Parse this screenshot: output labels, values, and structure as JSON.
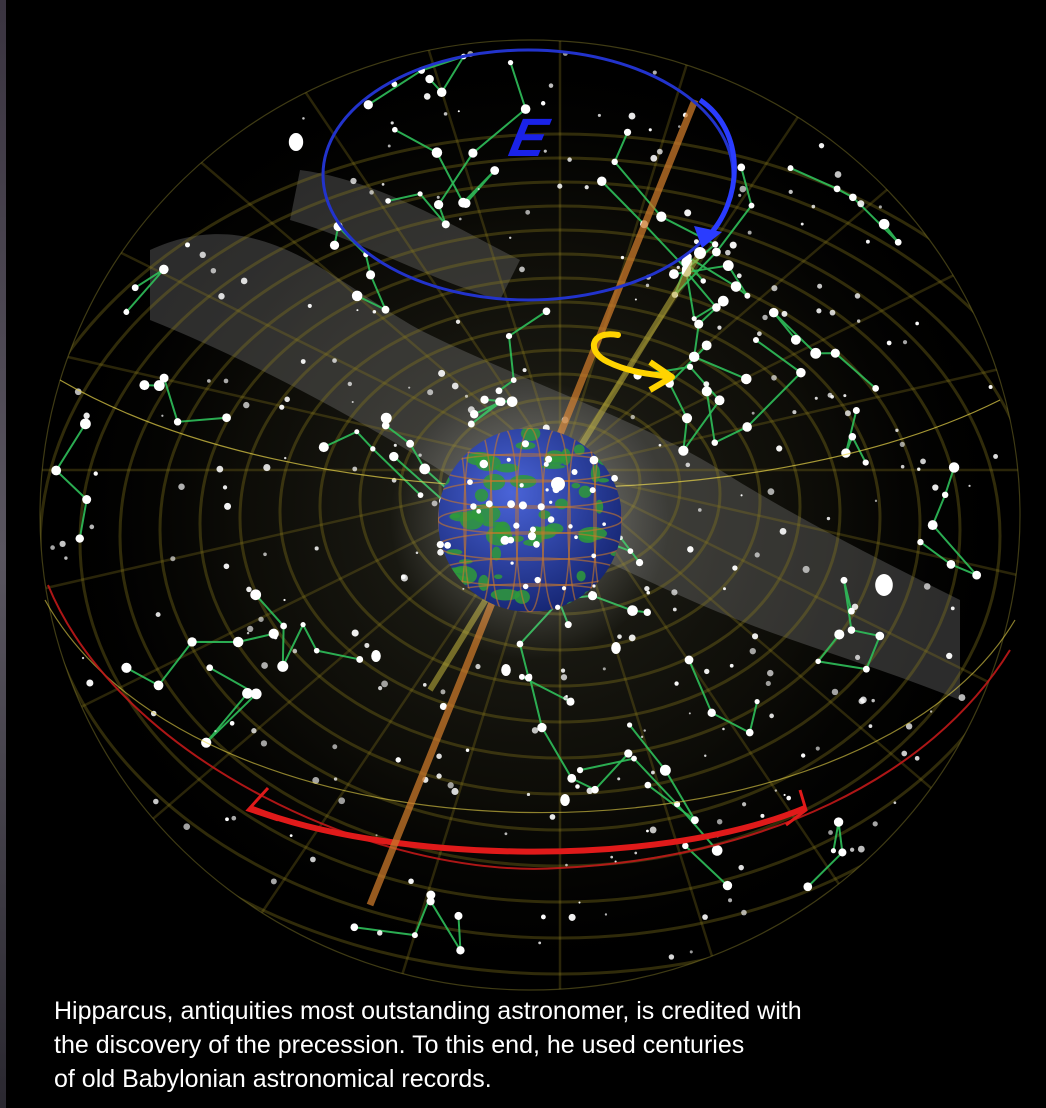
{
  "diagram": {
    "label_e": "E"
  },
  "caption": {
    "lines": [
      "Hipparcus, antiquities most outstanding astronomer, is credited with",
      "the discovery of the precession. To this end, he used centuries",
      "of old Babylonian astronomical records."
    ]
  },
  "colors": {
    "background": "#000000",
    "grid": "#8a7a1e",
    "constellation_lines": "#2fbf5a",
    "stars": "#ffffff",
    "precession_circle": "#2233cc",
    "precession_arrow": "#2a3cff",
    "rotation_arrow": "#ffd400",
    "ecliptic_band": "#d4181a",
    "axis_orange": "#c9782a",
    "axis_yellow": "#b5a83a",
    "milky_way": "#8a8a8a",
    "earth_ocean": "#2a3fa8",
    "earth_land": "#2f9a3a"
  },
  "icons": {
    "rotation_arrow": "curved-arrow-icon",
    "precession_arrow": "arrowhead-icon"
  }
}
